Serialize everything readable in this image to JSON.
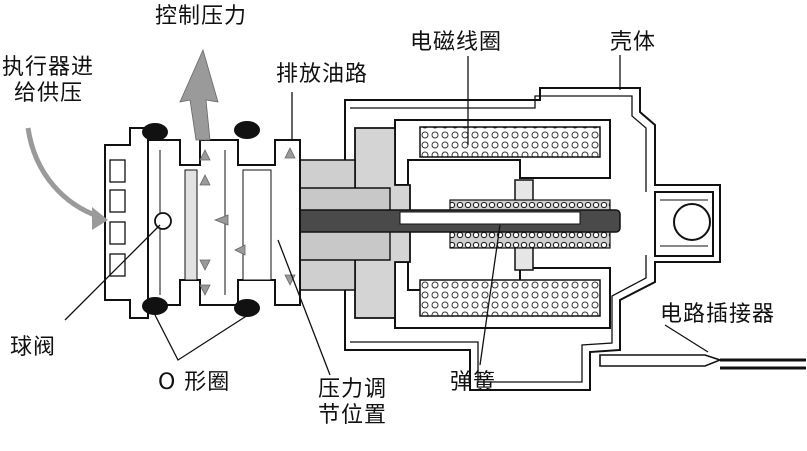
{
  "labels": {
    "control_pressure": "控制压力",
    "actuator_supply_line1": "执行器进",
    "actuator_supply_line2": "给供压",
    "drain_path": "排放油路",
    "solenoid_coil": "电磁线圈",
    "housing": "壳体",
    "connector": "电路插接器",
    "ball_valve": "球阀",
    "o_ring": "O 形圈",
    "pressure_reg_line1": "压力调",
    "pressure_reg_line2": "节位置",
    "spring": "弹簧"
  },
  "colors": {
    "ink": "#111111",
    "gray_light": "#d9d9d9",
    "gray_mid": "#bdbdbd",
    "gray_dark": "#555555",
    "rod": "#4a4a4a",
    "arrow": "#9a9a9a"
  }
}
